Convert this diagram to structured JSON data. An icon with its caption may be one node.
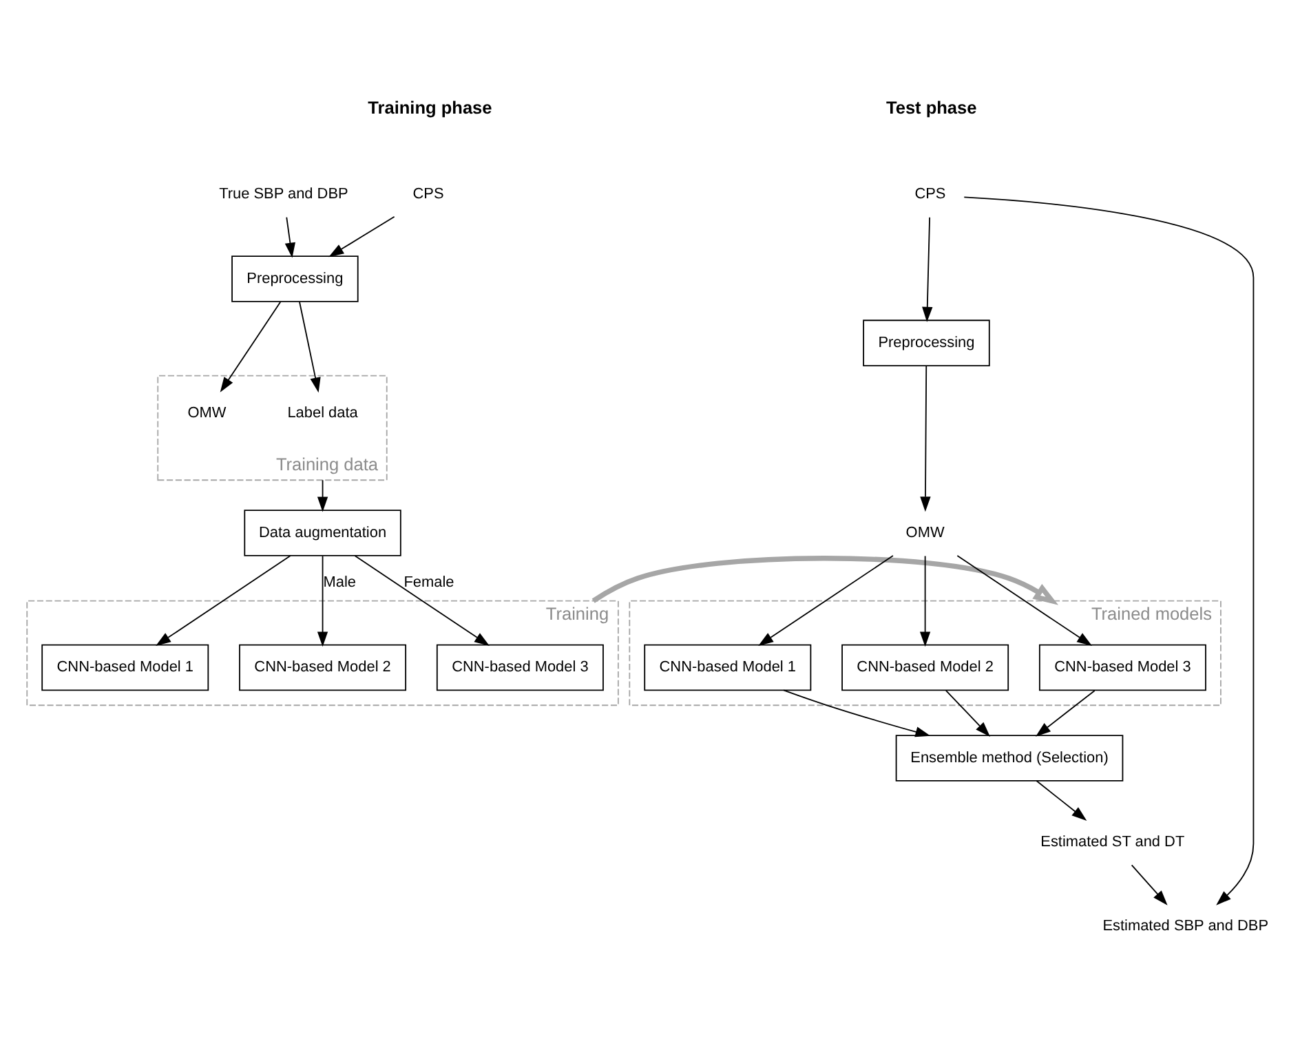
{
  "diagram": {
    "nodes": [
      {
        "text": [
          "CPS"
        ]
      },
      {
        "text": [
          "True SBP and DBP"
        ]
      },
      {
        "text": [
          "Preprocessing"
        ]
      },
      {
        "text": [
          "Training data"
        ]
      },
      {
        "text": [
          "OMW"
        ],
        "in": 3
      },
      {
        "text": [
          "Label data"
        ],
        "in": 3
      },
      {
        "text": [
          "Data augmentation"
        ]
      },
      {
        "text": [
          "Training"
        ]
      },
      {
        "text": [
          "CNN-based Model 1"
        ],
        "in": 7
      },
      {
        "text": [
          "CNN-based Model 2"
        ],
        "in": 7
      },
      {
        "text": [
          "CNN-based Model 3"
        ],
        "in": 7
      },
      {
        "text": [
          "CPS"
        ]
      },
      {
        "text": [
          "Preprocessing"
        ]
      },
      {
        "text": [
          "OMW"
        ]
      },
      {
        "text": [
          "Estimated SBP and DBP"
        ]
      },
      {
        "text": [
          "Trained models"
        ]
      },
      {
        "text": [
          "CNN-based Model 1"
        ],
        "in": 15
      },
      {
        "text": [
          "CNN-based Model 2"
        ],
        "in": 15
      },
      {
        "text": [
          "CNN-based Model 3"
        ],
        "in": 15
      },
      {
        "text": [
          "Ensemble method (Selection)"
        ]
      },
      {
        "text": [
          "Estimated ST and DT"
        ]
      }
    ],
    "edges": [
      {
        "from": 0,
        "to": 2,
        "arrow": "to"
      },
      {
        "from": 1,
        "to": 2,
        "arrow": "to"
      },
      {
        "from": 2,
        "to": 4,
        "arrow": "to"
      },
      {
        "from": 2,
        "to": 5,
        "arrow": "to"
      },
      {
        "from": 3,
        "to": 6,
        "arrow": "to"
      },
      {
        "from": 6,
        "to": 8,
        "arrow": "to"
      },
      {
        "from": 6,
        "to": 9,
        "arrow": "to",
        "label": "Male"
      },
      {
        "from": 6,
        "to": 10,
        "arrow": "to",
        "label": "Female"
      },
      {
        "from": 7,
        "to": 15,
        "arrow": "to",
        "style": "thick",
        "color": "#a6a6a6"
      },
      {
        "from": 11,
        "to": 12,
        "arrow": "to"
      },
      {
        "from": 12,
        "to": 13,
        "arrow": "to"
      },
      {
        "from": 11,
        "to": 14,
        "arrow": "to"
      },
      {
        "from": 13,
        "to": 16,
        "arrow": "to"
      },
      {
        "from": 13,
        "to": 17,
        "arrow": "to"
      },
      {
        "from": 13,
        "to": 18,
        "arrow": "to"
      },
      {
        "from": 16,
        "to": 19,
        "arrow": "to"
      },
      {
        "from": 17,
        "to": 19,
        "arrow": "to"
      },
      {
        "from": 18,
        "to": 19,
        "arrow": "to"
      },
      {
        "from": 19,
        "to": 20,
        "arrow": "to"
      },
      {
        "from": 20,
        "to": 14,
        "arrow": "to"
      }
    ],
    "labels": [
      "Training phase",
      "Test phase"
    ]
  }
}
